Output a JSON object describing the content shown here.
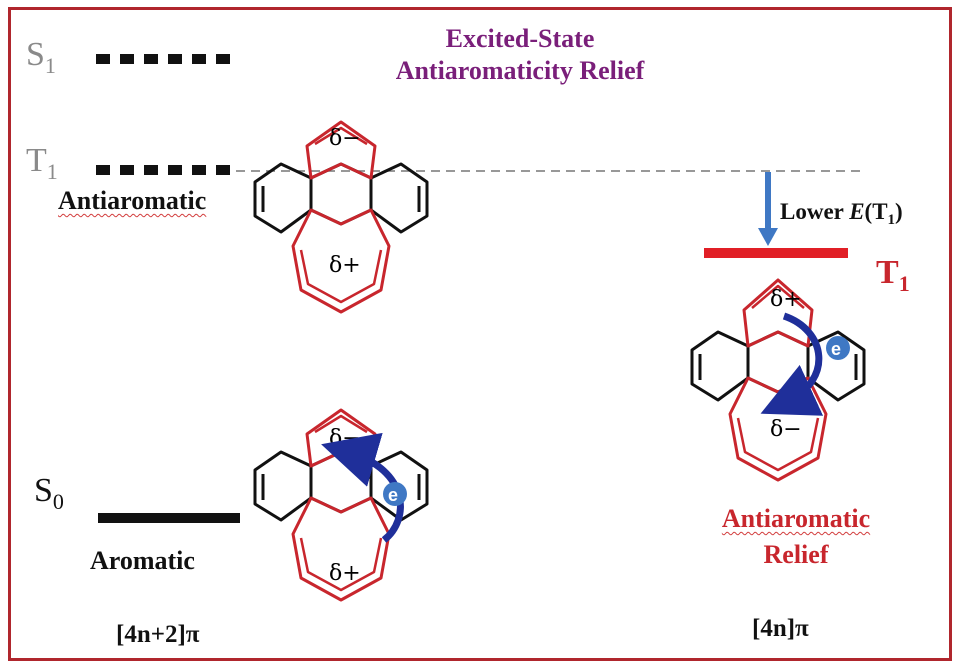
{
  "title": {
    "line1": "Excited-State",
    "line2": "Antiaromaticity Relief"
  },
  "levels": {
    "s1": {
      "base": "S",
      "sub": "1"
    },
    "t1_left": {
      "base": "T",
      "sub": "1"
    },
    "s0": {
      "base": "S",
      "sub": "0"
    },
    "t1_right": {
      "base": "T",
      "sub": "1"
    }
  },
  "labels": {
    "antiaromatic": "Antiaromatic",
    "aromatic": "Aromatic",
    "lower_energy": {
      "prefix": "Lower ",
      "e": "E",
      "open": "(T",
      "sub": "1",
      "close": ")"
    },
    "relief_line1": "Antiaromatic",
    "relief_line2": "Relief",
    "rule_left": "[4n+2]π",
    "rule_right": "[4n]π"
  },
  "molecules": {
    "top": {
      "upper_charge": "δ−",
      "lower_charge": "δ+"
    },
    "right": {
      "upper_charge": "δ+",
      "lower_charge": "δ−",
      "electron": "e"
    },
    "bottom": {
      "upper_charge": "δ−",
      "lower_charge": "δ+",
      "electron": "e"
    }
  },
  "colors": {
    "frame": "#b0262d",
    "ring": "#c8262d",
    "title": "#7a1f7a",
    "arrow": "#1f2f9a",
    "energy_arrow": "#3f78c4"
  }
}
